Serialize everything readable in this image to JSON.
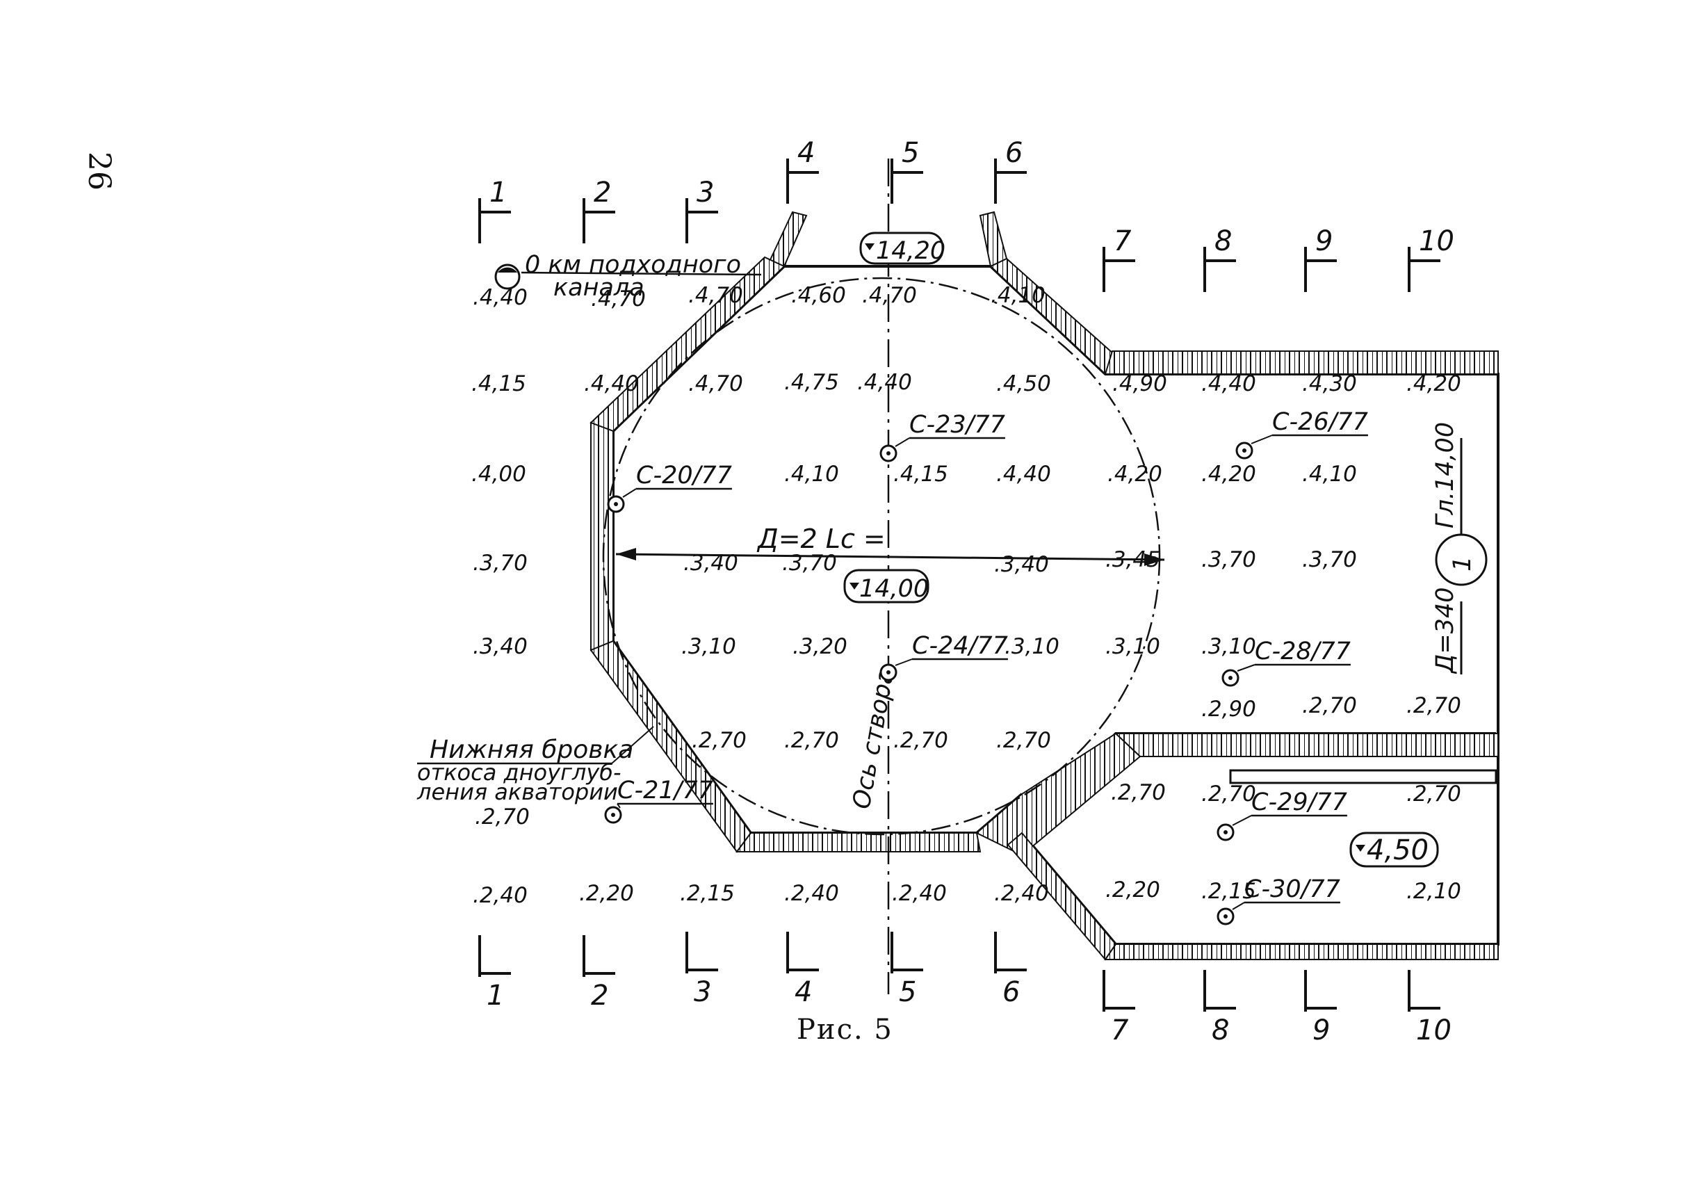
{
  "page_number": "26",
  "caption": "Рис. 5",
  "km_marker": {
    "line1": "0 км подходного",
    "line2": "канала"
  },
  "levels": {
    "top": "14,20",
    "mid": "14,00",
    "side": "4,50"
  },
  "diameter_label": "Д=2 Lс =",
  "axis_label": "Ось створа",
  "bank_label": {
    "line1": "Нижняя бровка",
    "line2": "откоса дноуглуб-",
    "line3": "ления акватории"
  },
  "berth": {
    "number": "1",
    "above": "Гл.14,00",
    "below": "Д=340"
  },
  "section_numbers": [
    "1",
    "2",
    "3",
    "4",
    "5",
    "6",
    "7",
    "8",
    "9",
    "10"
  ],
  "wells": [
    {
      "id": "well-c20",
      "label": "С-20/77"
    },
    {
      "id": "well-c21",
      "label": "С-21/77"
    },
    {
      "id": "well-c23",
      "label": "С-23/77"
    },
    {
      "id": "well-c24",
      "label": "С-24/77"
    },
    {
      "id": "well-c26",
      "label": "С-26/77"
    },
    {
      "id": "well-c28",
      "label": "С-28/77"
    },
    {
      "id": "well-c29",
      "label": "С-29/77"
    },
    {
      "id": "well-c30",
      "label": "С-30/77"
    }
  ],
  "depths": {
    "r1": [
      "4,40",
      "4,70",
      "4,70",
      "4,60",
      "4,70",
      "4,10"
    ],
    "r2": [
      "4,15",
      "4,40",
      "4,70",
      "4,75",
      "4,40",
      "4,50",
      "4,90",
      "4,40",
      "4,30",
      "4,20"
    ],
    "r3": [
      "4,00",
      "4,10",
      "4,15",
      "4,40",
      "4,20",
      "4,20",
      "4,10"
    ],
    "r4": [
      "3,70",
      "3,40",
      "3,70",
      "3,40",
      "3,45",
      "3,70",
      "3,70"
    ],
    "r5": [
      "3,40",
      "3,10",
      "3,20",
      "3,10",
      "3,10",
      "3,10"
    ],
    "r6": [
      "2,70",
      "2,70",
      "2,70",
      "2,70",
      "2,90"
    ],
    "r6b": [
      "2,70",
      "2,70",
      "2,70"
    ],
    "r7": [
      "2,70",
      "2,70",
      "2,70",
      "2,70"
    ],
    "r8": [
      "2,40",
      "2,20",
      "2,15",
      "2,40",
      "2,40",
      "2,40",
      "2,20",
      "2,15",
      "2,10"
    ]
  }
}
